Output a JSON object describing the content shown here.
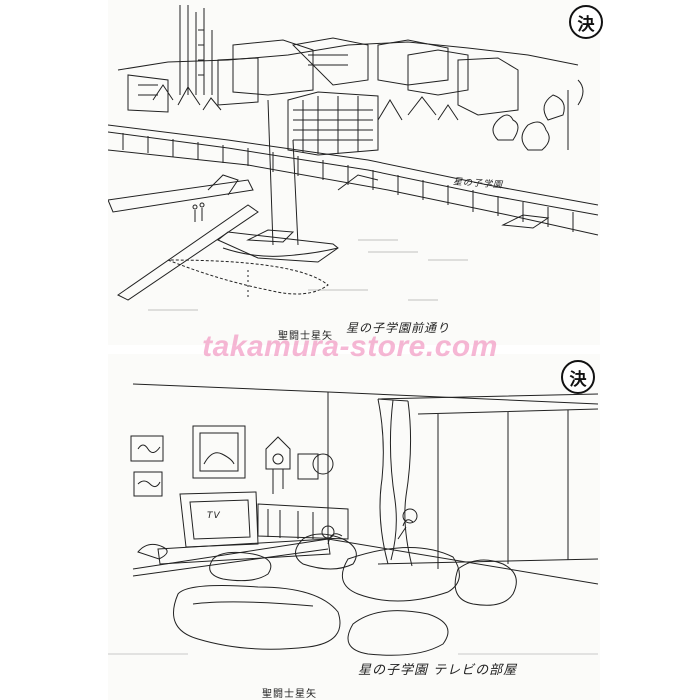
{
  "sheets": [
    {
      "stamp": "決",
      "series_title": "聖闘士星矢",
      "scene_caption": "星の子学園前通り",
      "inline_labels": [
        "星の子学園"
      ]
    },
    {
      "stamp": "決",
      "series_title": "聖闘士星矢",
      "scene_caption": "星の子学園 テレビの部屋",
      "inline_labels": [
        "TV"
      ]
    }
  ],
  "watermark": "takamura-store.com",
  "colors": {
    "watermark": "#ec60a2",
    "ink": "#222222",
    "paper": "#fbfbf9"
  }
}
